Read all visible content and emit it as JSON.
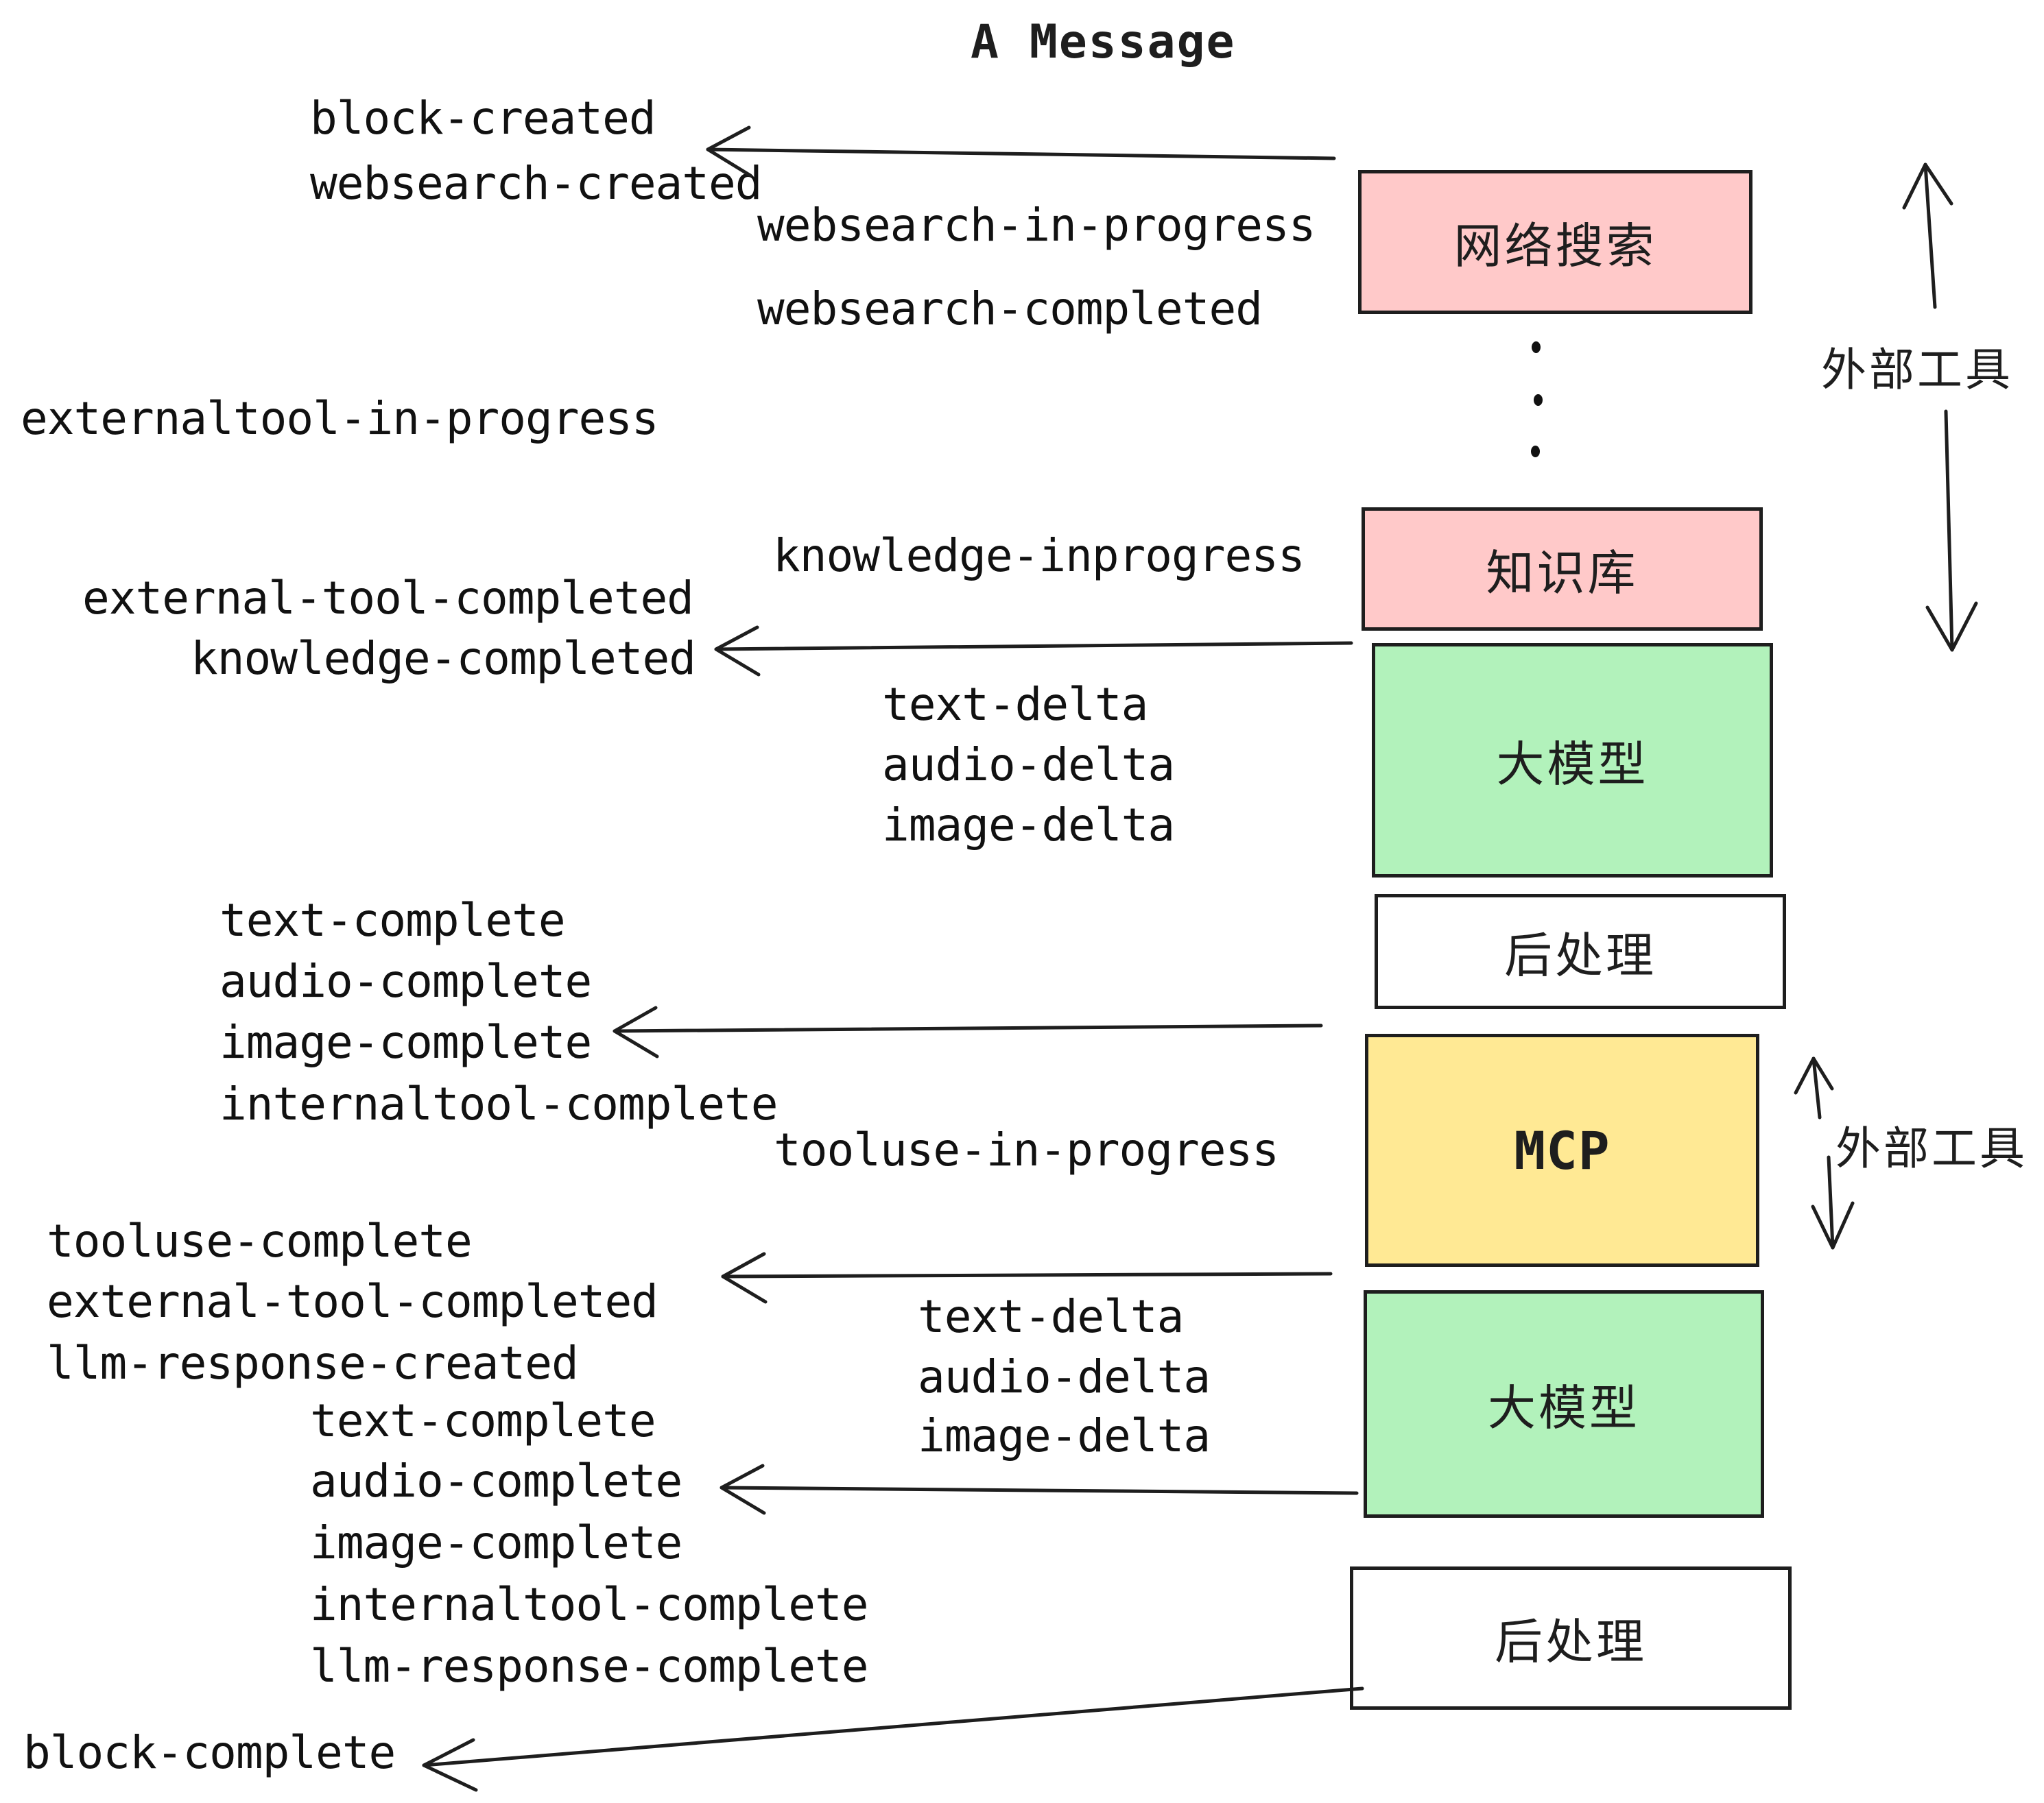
{
  "title": "A Message",
  "colors": {
    "stroke": "#1e1e1e",
    "pink": "#ffc9c9",
    "green": "#b2f2bb",
    "yellow": "#ffe994",
    "white": "#ffffff"
  },
  "boxes": [
    {
      "id": "websearch",
      "label": "网络搜索",
      "color": "pink"
    },
    {
      "id": "knowledge-base",
      "label": "知识库",
      "color": "pink"
    },
    {
      "id": "llm-1",
      "label": "大模型",
      "color": "green"
    },
    {
      "id": "postprocess-1",
      "label": "后处理",
      "color": "white"
    },
    {
      "id": "mcp",
      "label": "MCP",
      "color": "yellow"
    },
    {
      "id": "llm-2",
      "label": "大模型",
      "color": "green"
    },
    {
      "id": "postprocess-2",
      "label": "后处理",
      "color": "white"
    }
  ],
  "side_labels": [
    {
      "text": "外部工具"
    },
    {
      "text": "外部工具"
    }
  ],
  "events": [
    {
      "text": "block-created"
    },
    {
      "text": "websearch-created"
    },
    {
      "text": "websearch-in-progress"
    },
    {
      "text": "websearch-completed"
    },
    {
      "text": "externaltool-in-progress"
    },
    {
      "text": "knowledge-inprogress"
    },
    {
      "text": "external-tool-completed"
    },
    {
      "text": "knowledge-completed"
    },
    {
      "text": "text-delta"
    },
    {
      "text": "audio-delta"
    },
    {
      "text": "image-delta"
    },
    {
      "text": "text-complete"
    },
    {
      "text": "audio-complete"
    },
    {
      "text": "image-complete"
    },
    {
      "text": "internaltool-complete"
    },
    {
      "text": "tooluse-in-progress"
    },
    {
      "text": "tooluse-complete"
    },
    {
      "text": "external-tool-completed"
    },
    {
      "text": "llm-response-created"
    },
    {
      "text": "text-delta"
    },
    {
      "text": "audio-delta"
    },
    {
      "text": "image-delta"
    },
    {
      "text": "text-complete"
    },
    {
      "text": "audio-complete"
    },
    {
      "text": "image-complete"
    },
    {
      "text": "internaltool-complete"
    },
    {
      "text": "llm-response-complete"
    },
    {
      "text": "block-complete"
    }
  ]
}
